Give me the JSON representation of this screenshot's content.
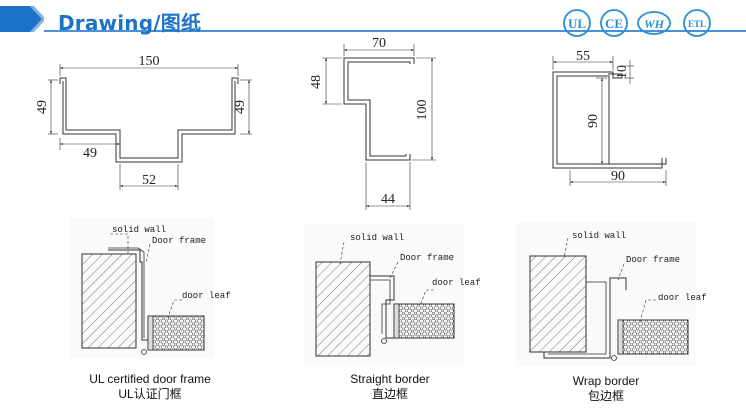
{
  "header": {
    "title": "Drawing/图纸"
  },
  "cert_logos": {
    "ul": "UL",
    "ce": "CE",
    "whi": "WH",
    "etl": "ETL"
  },
  "profiles": {
    "frame": {
      "width": "150",
      "left_height": "49",
      "right_height": "49",
      "left_depth": "49",
      "bottom_width": "52"
    },
    "straight": {
      "top": "70",
      "left": "48",
      "height": "100",
      "bottom": "44"
    },
    "wrap": {
      "top": "55",
      "lip": "10",
      "height": "90",
      "bottom": "90"
    }
  },
  "sections": {
    "ul": {
      "wall": "solid wall",
      "frame": "Door frame",
      "leaf": "door leaf"
    },
    "straight": {
      "wall": "solid wall",
      "frame": "Door frame",
      "leaf": "door leaf"
    },
    "wrap": {
      "wall": "solid wall",
      "frame": "Door frame",
      "leaf": "door leaf"
    }
  },
  "captions": {
    "ul": {
      "en": "UL certified door frame",
      "cn": "UL认证门框"
    },
    "straight": {
      "en": "Straight border",
      "cn": "直边框"
    },
    "wrap": {
      "en": "Wrap border",
      "cn": "包边框"
    }
  },
  "colors": {
    "accent": "#1e73c9",
    "cert": "#2a8fd6",
    "line": "#333333"
  }
}
